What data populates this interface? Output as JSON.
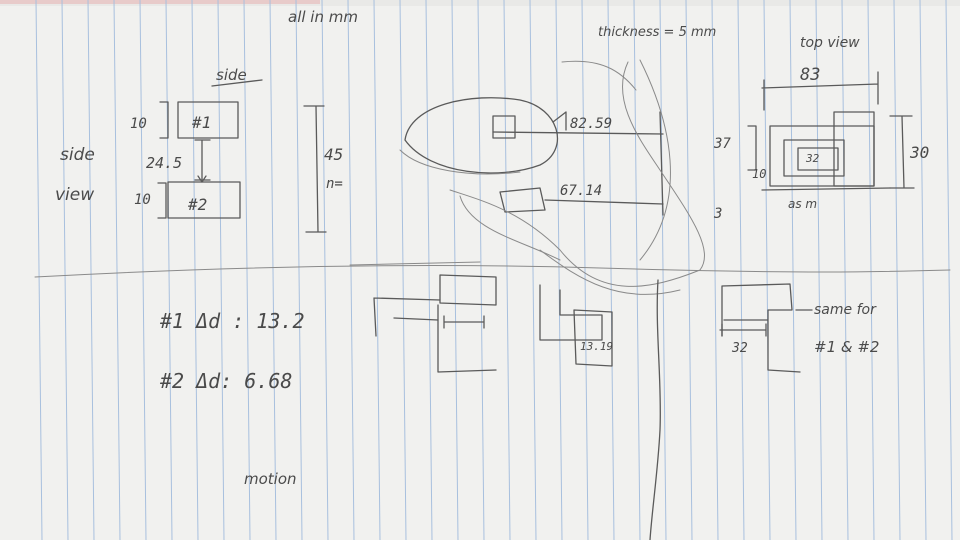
{
  "header": {
    "units_note": "all in mm",
    "thickness_note": "thickness = 5 mm"
  },
  "side_view": {
    "section_title": "side",
    "label": "side view",
    "box1_label": "#1",
    "box2_label": "#2",
    "dim_top": "10",
    "dim_gap": "24.5",
    "dim_bottom": "10",
    "dim_total": "45",
    "dim_total_sub": "n="
  },
  "center_sketch": {
    "dim_upper": "82.59",
    "dim_lower": "67.14",
    "dim_small": "13.19"
  },
  "top_view": {
    "title": "top view",
    "dim_width": "83",
    "dim_left": "37",
    "dim_inner": "32",
    "dim_right": "30",
    "dim_small": "10",
    "dim_bottom": "3",
    "units": "as m"
  },
  "notes": {
    "delta1": "#1 Δd : 13.2",
    "delta2": "#2 Δd: 6.68",
    "motion": "motion",
    "right_dim": "32",
    "right_note_line1": "same for",
    "right_note_line2": "#1 & #2"
  }
}
